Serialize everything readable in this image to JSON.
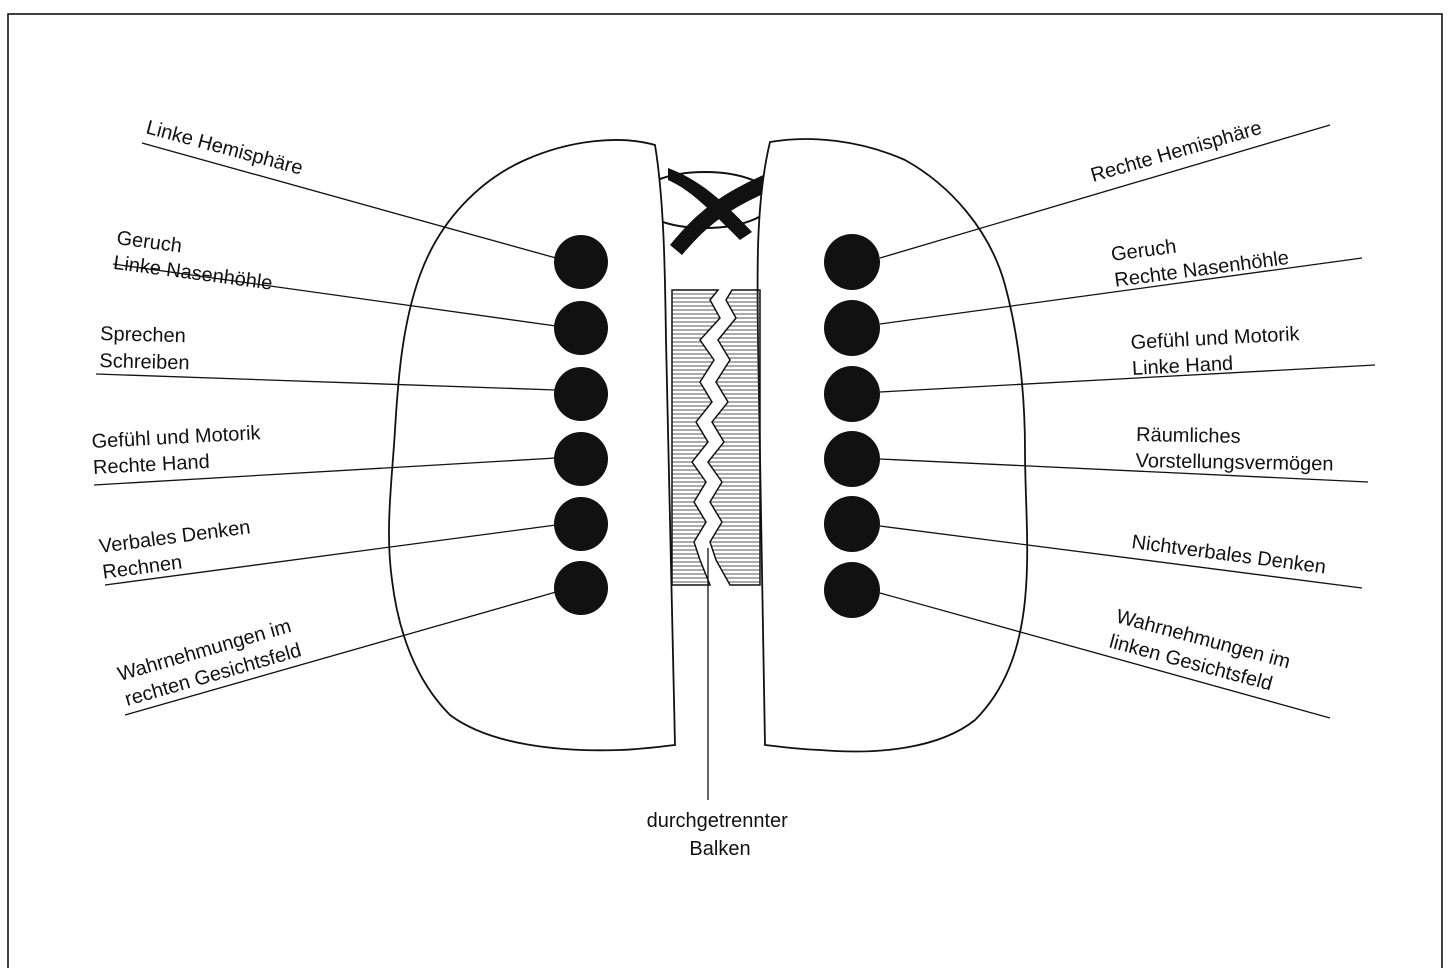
{
  "left_hemisphere": {
    "labels": [
      {
        "lines": [
          "Linke Hemisphäre"
        ]
      },
      {
        "lines": [
          "Geruch",
          "Linke Nasenhöhle"
        ]
      },
      {
        "lines": [
          "Sprechen",
          "Schreiben"
        ]
      },
      {
        "lines": [
          "Gefühl und Motorik",
          "Rechte Hand"
        ]
      },
      {
        "lines": [
          "Verbales Denken",
          "Rechnen"
        ]
      },
      {
        "lines": [
          "Wahrnehmungen im",
          "rechten Gesichtsfeld"
        ]
      }
    ]
  },
  "right_hemisphere": {
    "labels": [
      {
        "lines": [
          "Rechte Hemisphäre"
        ]
      },
      {
        "lines": [
          "Geruch",
          "Rechte Nasenhöhle"
        ]
      },
      {
        "lines": [
          "Gefühl und Motorik",
          "Linke Hand"
        ]
      },
      {
        "lines": [
          "Räumliches",
          "Vorstellungsvermögen"
        ]
      },
      {
        "lines": [
          "Nichtverbales Denken"
        ]
      },
      {
        "lines": [
          "Wahrnehmungen im",
          "linken Gesichtsfeld"
        ]
      }
    ]
  },
  "corpus_callosum": {
    "lines": [
      "durchgetrennter",
      "Balken"
    ]
  }
}
